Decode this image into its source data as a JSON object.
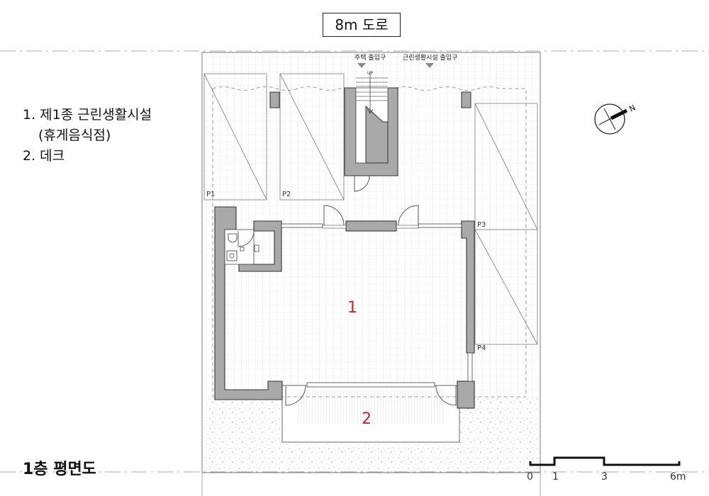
{
  "road_label": "8m 도로",
  "legend": [
    {
      "text": "1. 제1종 근린생활시설"
    },
    {
      "text": "(휴게음식점)"
    },
    {
      "text": "2. 데크"
    }
  ],
  "entrances": {
    "residential": "주택 출입구",
    "commercial": "근린생활시설 출입구",
    "stair_up": "UP"
  },
  "parking": [
    "P1",
    "P2",
    "P3",
    "P4"
  ],
  "room_labels": {
    "main": "1",
    "deck": "2"
  },
  "plan_title": "1층 평면도",
  "scale_bar": {
    "ticks": [
      "0",
      "1",
      "3",
      "6m"
    ]
  },
  "colors": {
    "wall": "#a9a9a9",
    "grid": "#d9d9d9",
    "room_number": "#c0282d"
  }
}
